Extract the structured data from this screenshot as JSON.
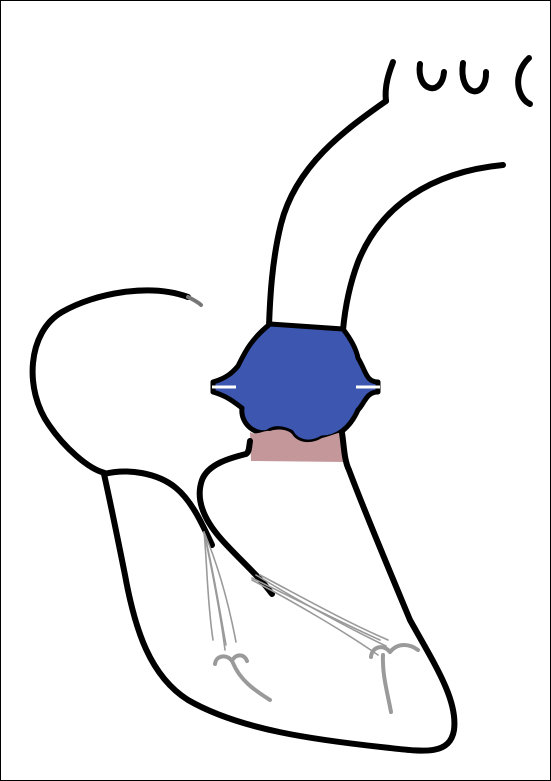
{
  "diagram": {
    "colors": {
      "outline": "#000000",
      "valve_device": "#3d56b0",
      "outflow_tissue": "#c4979a",
      "chordae": "#9a9a9a",
      "background": "#ffffff"
    },
    "parts": [
      "aortic-arch",
      "arch-branch-vessels",
      "ascending-aorta",
      "transcatheter-aortic-valve",
      "left-ventricular-outflow-tract",
      "left-atrium",
      "left-ventricle",
      "mitral-chordae",
      "papillary-muscles"
    ]
  }
}
